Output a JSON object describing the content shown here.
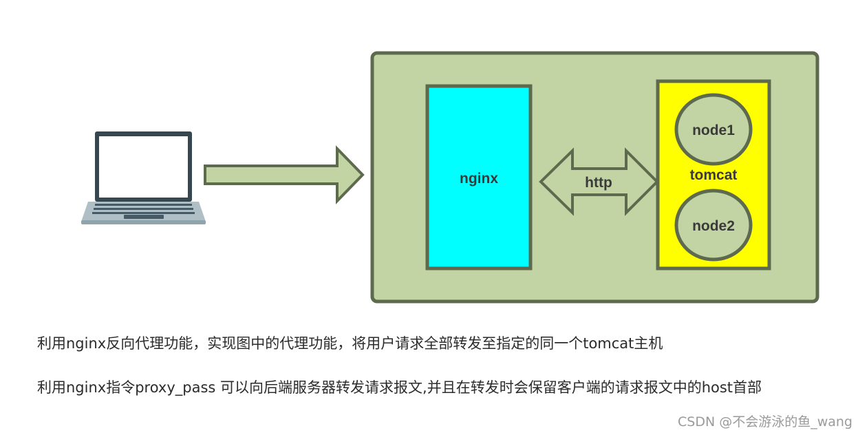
{
  "diagram": {
    "nginx_label": "nginx",
    "http_label": "http",
    "tomcat_label": "tomcat",
    "nodes": [
      {
        "label": "node1"
      },
      {
        "label": "node2"
      }
    ],
    "colors": {
      "server_box_fill": "#c2d4a3",
      "border": "#5d6a4e",
      "nginx_fill": "#00ffff",
      "tomcat_fill": "#ffff00",
      "node_fill": "#c2d4a3",
      "arrow_fill": "#c2d4a3"
    },
    "icons": [
      "laptop-icon"
    ]
  },
  "paragraphs": [
    "利用nginx反向代理功能，实现图中的代理功能，将用户请求全部转发至指定的同一个tomcat主机",
    "利用nginx指令proxy_pass 可以向后端服务器转发请求报文,并且在转发时会保留客户端的请求报文中的host首部"
  ],
  "watermark": "CSDN @不会游泳的鱼_wang"
}
